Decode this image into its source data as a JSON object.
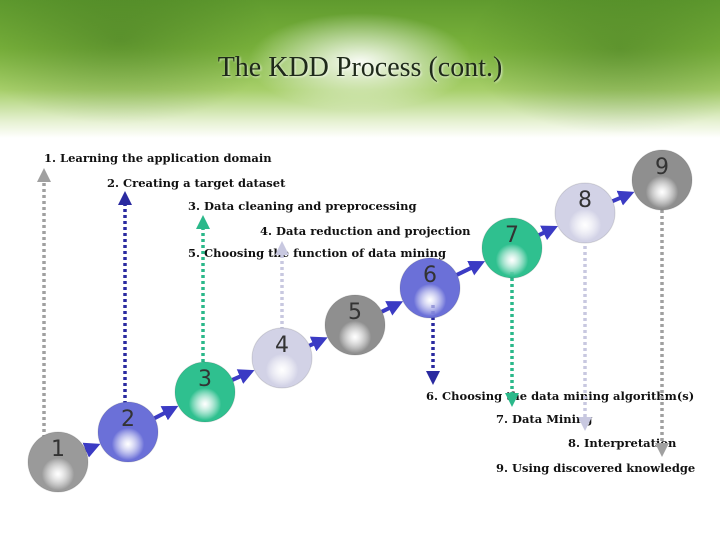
{
  "title": "The KDD Process (cont.)",
  "steps": [
    "1. Learning the application domain",
    "2. Creating a target dataset",
    "3. Data cleaning and preprocessing",
    "4. Data reduction and projection",
    "5. Choosing the function of data mining",
    "6. Choosing the data mining algorithm(s)",
    "7. Data Mining",
    "8. Interpretation",
    "9. Using discovered  knowledge"
  ],
  "balls": [
    {
      "label": "1",
      "color": "#9a9a9a"
    },
    {
      "label": "2",
      "color": "#6b70d8"
    },
    {
      "label": "3",
      "color": "#2fc08f"
    },
    {
      "label": "4",
      "color": "#d2d2e6"
    },
    {
      "label": "5",
      "color": "#8f8f8f"
    },
    {
      "label": "6",
      "color": "#6b70d8"
    },
    {
      "label": "7",
      "color": "#2fc08f"
    },
    {
      "label": "8",
      "color": "#d2d2e6"
    },
    {
      "label": "9",
      "color": "#8f8f8f"
    }
  ],
  "colors": {
    "connector": "#3b3bc4",
    "gray": "#a0a0a0",
    "blue": "#2a2aa0",
    "green": "#2bb88a",
    "lavender": "#c8c8e0"
  }
}
